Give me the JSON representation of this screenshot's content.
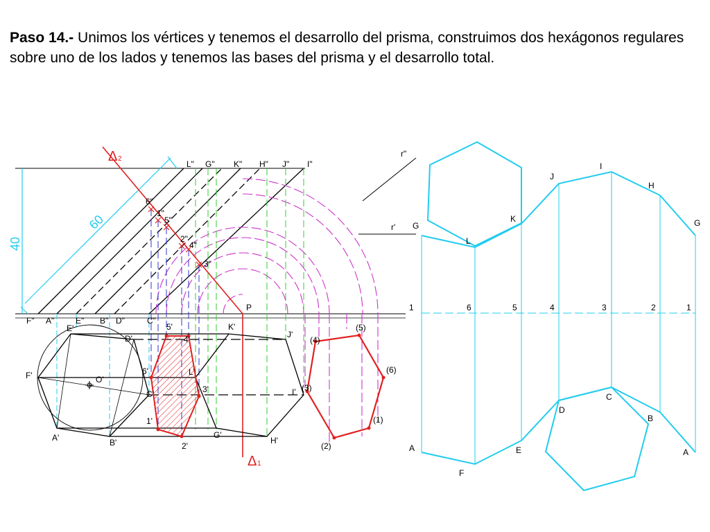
{
  "caption": {
    "step": "Paso 14.-",
    "text": " Unimos los vértices y tenemos el desarrollo del prisma, construimos dos hexágonos regulares sobre uno de los lados y tenemos las bases del prisma y el desarrollo total."
  },
  "colors": {
    "ink": "#000000",
    "cyan": "#22ccee",
    "magenta": "#cc33cc",
    "red": "#e02020",
    "green": "#33cc33",
    "blue": "#3333cc"
  },
  "dims": {
    "height": "40",
    "length": "60"
  },
  "traces": {
    "delta2": "Δ",
    "delta2_sub": "2",
    "delta1": "Δ",
    "delta1_sub": "1",
    "p": "P",
    "r2": "r\"",
    "r1": "r'"
  },
  "elevation_labels": [
    "F\"",
    "A\"",
    "E\"",
    "B\"",
    "D\"",
    "C\"",
    "L\"",
    "G\"",
    "K\"",
    "H\"",
    "J\"",
    "I\""
  ],
  "section_elev_labels": [
    "6\"",
    "1\"",
    "5\"",
    "2\"",
    "4\"",
    "3\""
  ],
  "plan_labels": {
    "E": "E'",
    "D": "D'",
    "F": "F'",
    "O": "O'",
    "C": "C'",
    "A": "A'",
    "B": "B'",
    "K": "K'",
    "J": "J'",
    "L": "L'",
    "I": "I'",
    "G": "G'",
    "H": "H'",
    "s5": "5'",
    "s4": "4'",
    "s6": "6'",
    "s3": "3'",
    "s1": "1'",
    "s2": "2'"
  },
  "true_section_labels": [
    "(5)",
    "(4)",
    "(6)",
    "(3)",
    "(1)",
    "(2)"
  ],
  "development": {
    "baseline_labels": [
      "1",
      "6",
      "5",
      "4",
      "3",
      "2",
      "1"
    ],
    "top_labels": [
      "G",
      "L",
      "K",
      "J",
      "I",
      "H",
      "G"
    ],
    "bottom_labels": [
      "A",
      "F",
      "E",
      "D",
      "C",
      "B",
      "A"
    ]
  }
}
